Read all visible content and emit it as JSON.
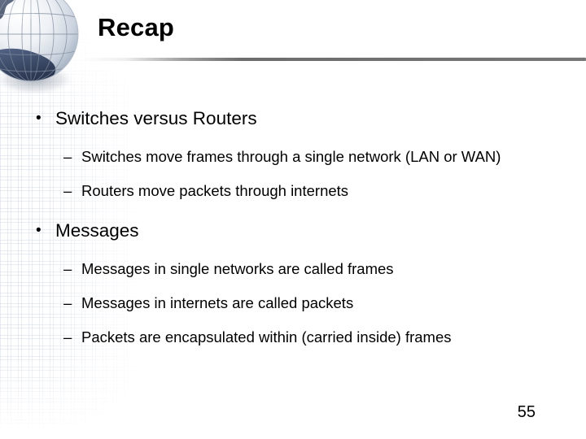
{
  "slide": {
    "title": "Recap",
    "page_number": "55",
    "bullet_marker": "•",
    "dash_marker": "–",
    "colors": {
      "text": "#000000",
      "divider": "#6c6c6c",
      "globe_land": "#3c4a63",
      "globe_ocean": "#dfe4ea",
      "watermark_grid": "#96aac3",
      "background": "#ffffff"
    },
    "graphics": {
      "globe": "globe-graphic",
      "watermark": "square-grid-watermark"
    },
    "content": [
      {
        "level": 1,
        "text": "Switches versus Routers",
        "children": [
          {
            "level": 2,
            "text": "Switches move frames through a single network (LAN or WAN)"
          },
          {
            "level": 2,
            "text": "Routers move packets through internets"
          }
        ]
      },
      {
        "level": 1,
        "text": "Messages",
        "children": [
          {
            "level": 2,
            "text": "Messages in single networks are called frames"
          },
          {
            "level": 2,
            "text": "Messages in internets are called packets"
          },
          {
            "level": 2,
            "text": "Packets are encapsulated within (carried inside) frames"
          }
        ]
      }
    ]
  }
}
